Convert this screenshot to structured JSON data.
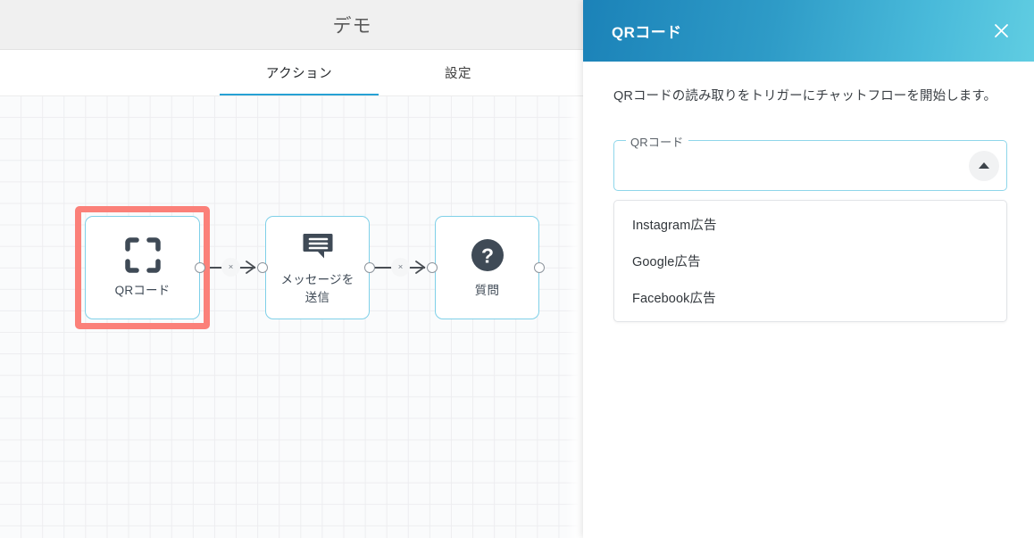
{
  "app": {
    "title": "デモ",
    "tabs": [
      {
        "label": "アクション",
        "active": true
      },
      {
        "label": "設定",
        "active": false
      }
    ]
  },
  "canvas": {
    "nodes": [
      {
        "id": "qr",
        "label": "QRコード",
        "icon": "qr-scan-icon",
        "selected": true
      },
      {
        "id": "message",
        "label": "メッセージを\n送信",
        "label_line1": "メッセージを",
        "label_line2": "送信",
        "icon": "chat-bubble-icon",
        "selected": false
      },
      {
        "id": "question",
        "label": "質問",
        "icon": "question-mark-circle-icon",
        "selected": false
      }
    ],
    "edges": [
      {
        "from": "qr",
        "to": "message",
        "delete_label": "×"
      },
      {
        "from": "message",
        "to": "question",
        "delete_label": "×"
      }
    ]
  },
  "panel": {
    "title": "QRコード",
    "close_label": "×",
    "description": "QRコードの読み取りをトリガーにチャットフローを開始します。",
    "field": {
      "label": "QRコード",
      "value": "",
      "arrow_icon": "caret-up-icon",
      "expanded": true,
      "options": [
        "Instagram広告",
        "Google広告",
        "Facebook広告"
      ]
    }
  },
  "colors": {
    "accent": "#26a1d4",
    "panel_gradient_start": "#1b82b8",
    "panel_gradient_end": "#60cde2",
    "node_border": "#7fd0e8",
    "selection": "#fb8079",
    "canvas_grid": "#ededf0"
  }
}
